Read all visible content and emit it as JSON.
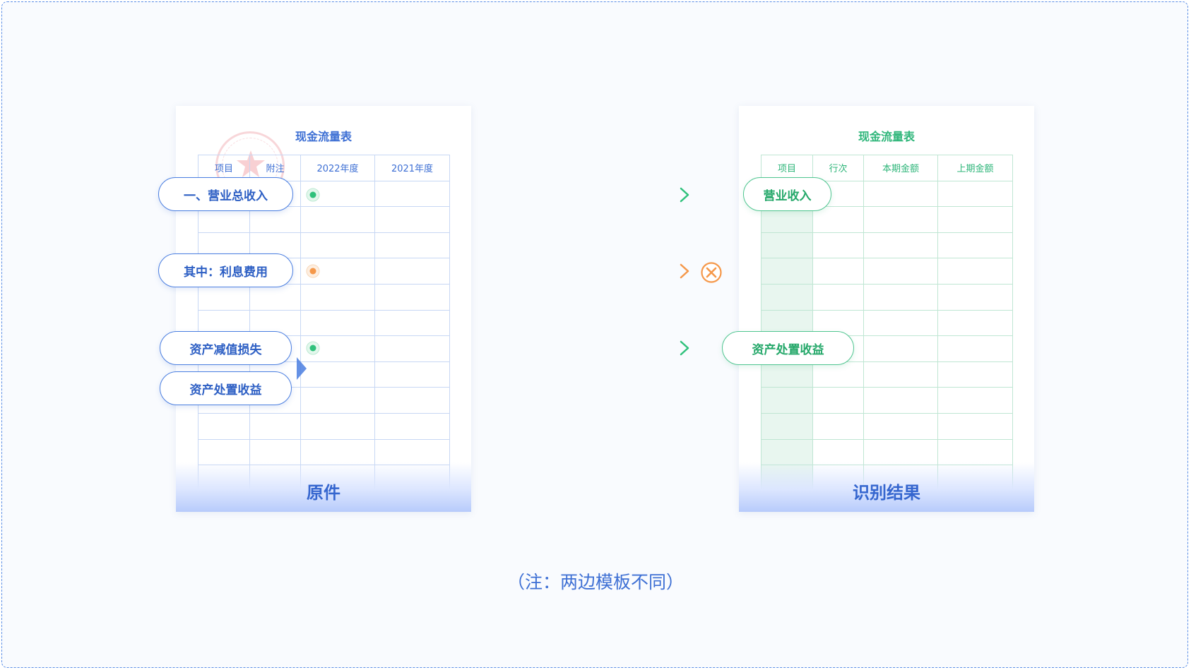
{
  "left_doc": {
    "title": "现金流量表",
    "label": "原件",
    "headers": [
      "项目",
      "附注",
      "2022年度",
      "2021年度"
    ]
  },
  "right_doc": {
    "title": "现金流量表",
    "label": "识别结果",
    "headers": [
      "项目",
      "行次",
      "本期金额",
      "上期金额"
    ]
  },
  "left_items": {
    "item1": "一、营业总收入",
    "item2": "其中：利息费用",
    "item3": "资产减值损失",
    "item4": "资产处置收益"
  },
  "right_items": {
    "item1": "营业收入",
    "item3": "资产处置收益"
  },
  "links": [
    {
      "from": "一、营业总收入",
      "to": "营业收入",
      "status": "matched",
      "color": "#2fc17b"
    },
    {
      "from": "其中：利息费用",
      "to": "",
      "status": "not-found",
      "color": "#f5984a"
    },
    {
      "from": "资产减值损失",
      "to": "资产处置收益",
      "status": "matched",
      "color": "#2fc17b"
    }
  ],
  "colors": {
    "blue_accent": "#3d6fd4",
    "green_accent": "#2fb67a",
    "orange_accent": "#f5984a",
    "frame_border": "#5b8ee6"
  },
  "note": "（注：两边模板不同）"
}
